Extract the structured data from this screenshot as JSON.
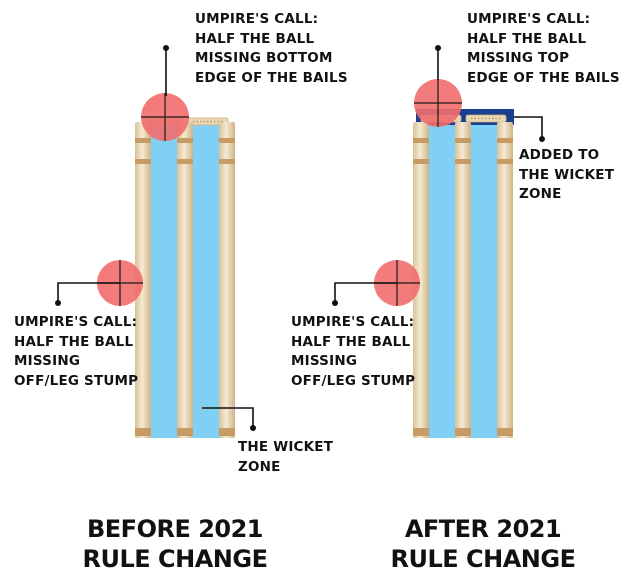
{
  "colors": {
    "zone_blue": "#7fd0f4",
    "added_zone_navy": "#1b3f8f",
    "stump_cream": "#ead8b4",
    "stump_band": "#c99b64",
    "ball_red": "#f26d6d",
    "ink": "#111111"
  },
  "before": {
    "title": [
      "BEFORE 2021",
      "RULE CHANGE"
    ],
    "top_call": [
      "UMPIRE'S CALL:",
      "HALF THE BALL",
      "MISSING BOTTOM",
      "EDGE OF THE BAILS"
    ],
    "side_call": [
      "UMPIRE'S CALL:",
      "HALF THE BALL",
      "MISSING",
      "OFF/LEG STUMP"
    ],
    "zone_label": [
      "THE WICKET",
      "ZONE"
    ]
  },
  "after": {
    "title": [
      "AFTER 2021",
      "RULE CHANGE"
    ],
    "top_call": [
      "UMPIRE'S CALL:",
      "HALF THE BALL",
      "MISSING TOP",
      "EDGE OF THE BAILS"
    ],
    "side_call": [
      "UMPIRE'S CALL:",
      "HALF THE BALL",
      "MISSING",
      "OFF/LEG STUMP"
    ],
    "added_label": [
      "ADDED TO",
      "THE WICKET",
      "ZONE"
    ]
  }
}
